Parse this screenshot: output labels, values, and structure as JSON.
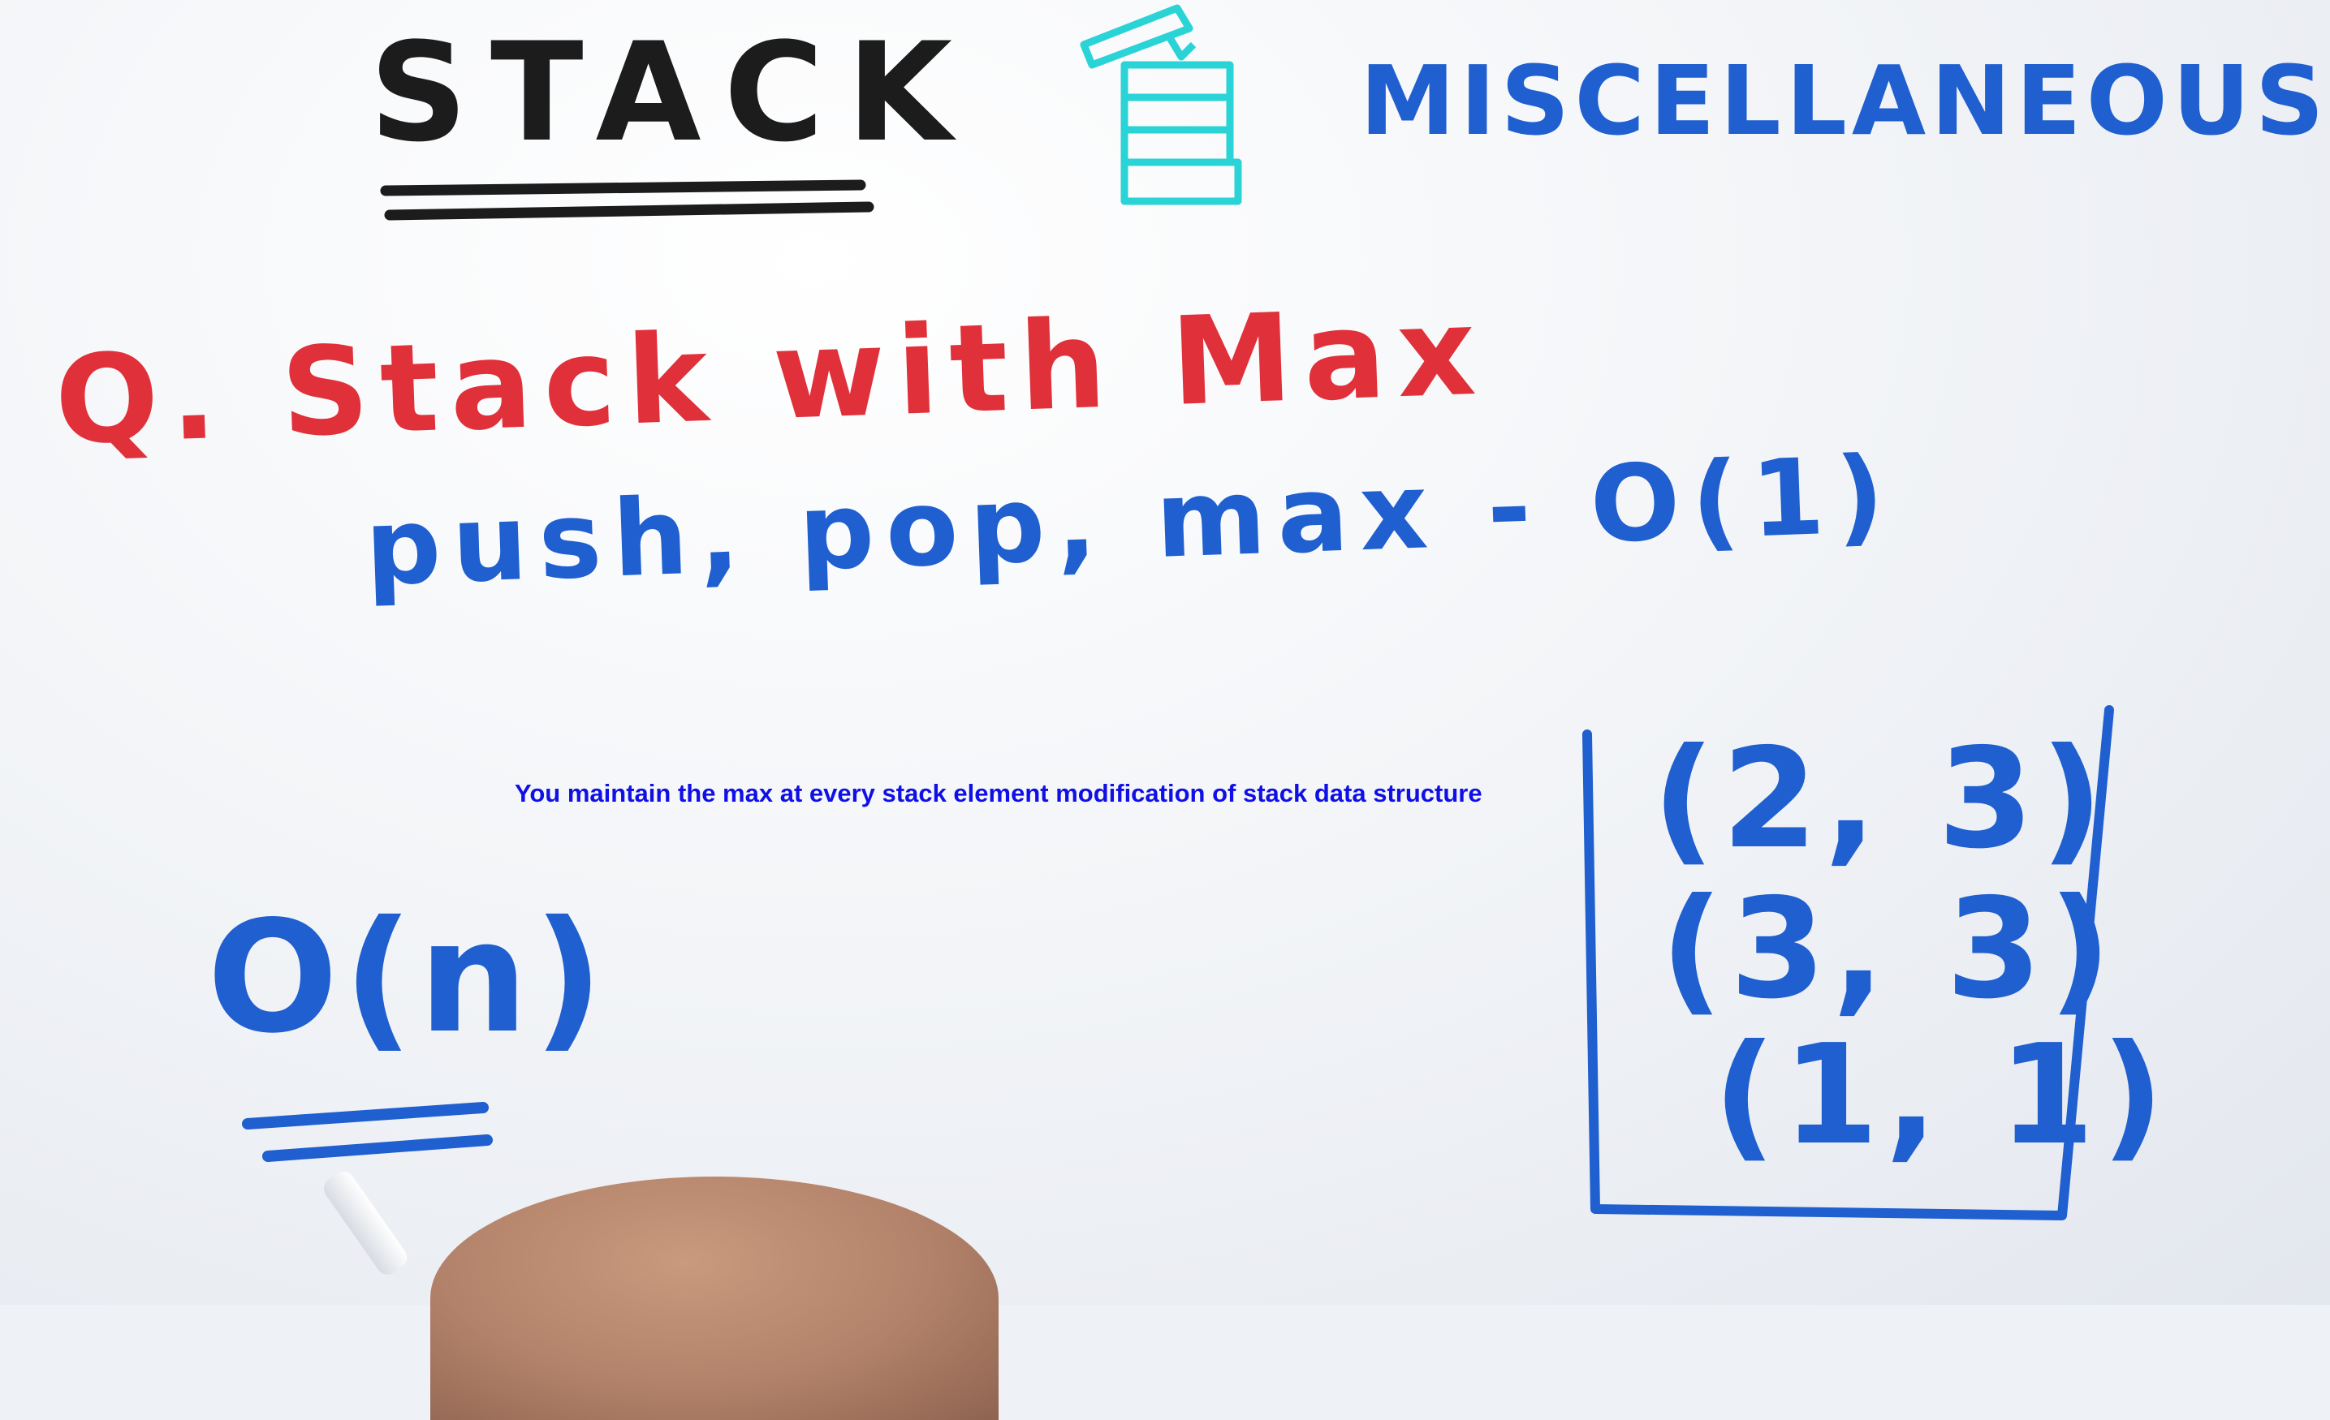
{
  "board": {
    "title": "STACK",
    "category": "MISCELLANEOUS",
    "question": "Q. Stack with Max",
    "operations": "push, pop, max - O(1)",
    "complexity": "O(n)",
    "stack_pairs": [
      "(2, 3)",
      "(3, 3)",
      "(1, 1)"
    ]
  },
  "caption": {
    "text": "You maintain the max at every stack element modification of stack data structure"
  },
  "colors": {
    "black_ink": "#1c1c1c",
    "blue_ink": "#1f5fcf",
    "red_ink": "#e0303a",
    "cyan_ink": "#2ad3d6",
    "caption_text": "#1010e6"
  },
  "icons": {
    "stack_sketch": "stack-of-plates-icon"
  }
}
